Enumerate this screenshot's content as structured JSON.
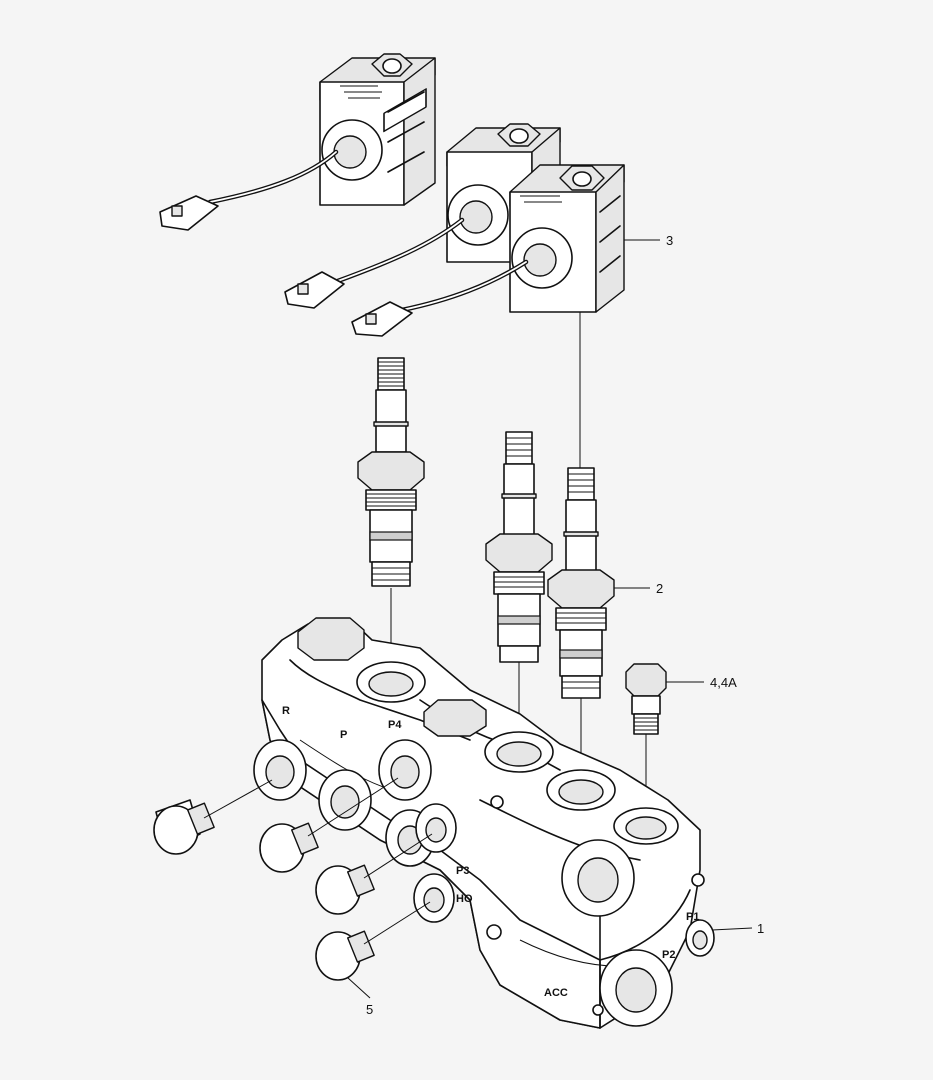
{
  "callouts": {
    "c1": "1",
    "c2": "2",
    "c3": "3",
    "c4": "4,4A",
    "c5": "5"
  },
  "ports": {
    "p4": "P4",
    "p3": "P3",
    "ho": "HO",
    "p1": "P1",
    "p2": "P2",
    "acc": "ACC",
    "r": "R",
    "p5": "P"
  },
  "colors": {
    "background": "#f5f5f5",
    "line": "#111111"
  }
}
